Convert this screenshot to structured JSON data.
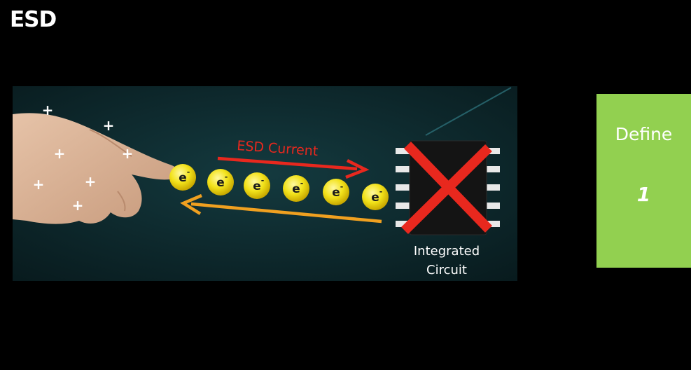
{
  "slide": {
    "title": "ESD"
  },
  "illustration": {
    "current_label": "ESD Current",
    "ic_label_line1": "Integrated",
    "ic_label_line2": "Circuit",
    "electron_symbol": "e",
    "electron_charge": "-",
    "charge_symbol": "+",
    "icons": [
      "hand-icon",
      "electron-icon",
      "integrated-circuit-icon",
      "red-x-icon",
      "arrow-right-icon",
      "arrow-left-icon"
    ],
    "colors": {
      "background": "#0e2a2e",
      "arrow_current": "#e8281e",
      "arrow_return": "#f0a020",
      "electron": "#f2e21a",
      "cross": "#e8281e",
      "chip": "#141414"
    }
  },
  "define_card": {
    "label": "Define",
    "number": "1",
    "color": "#92d050"
  }
}
